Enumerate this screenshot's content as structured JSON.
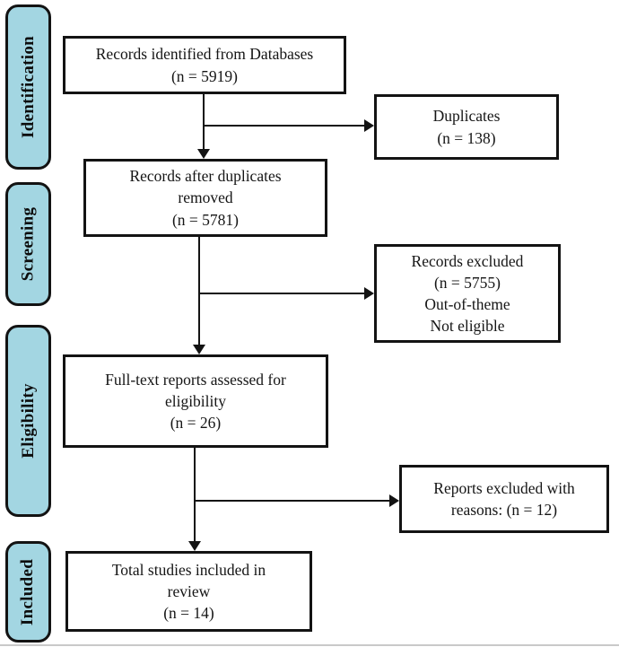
{
  "stages": [
    {
      "label": "Identification"
    },
    {
      "label": "Screening"
    },
    {
      "label": "Eligibility"
    },
    {
      "label": "Included"
    }
  ],
  "boxes": {
    "identified": "Records identified from Databases\n(n = 5919)",
    "duplicates": "Duplicates\n(n = 138)",
    "after_duplicates": "Records after duplicates\nremoved\n(n = 5781)",
    "records_excluded": "Records excluded\n(n = 5755)\nOut-of-theme\nNot eligible",
    "fulltext": "Full-text reports assessed for\neligibility\n(n = 26)",
    "reports_excluded": "Reports excluded with\nreasons: (n = 12)",
    "included": "Total studies included in\nreview\n(n = 14)"
  },
  "colors": {
    "stage_fill": "#a3d6e2",
    "line": "#131313",
    "background": "#ffffff"
  }
}
